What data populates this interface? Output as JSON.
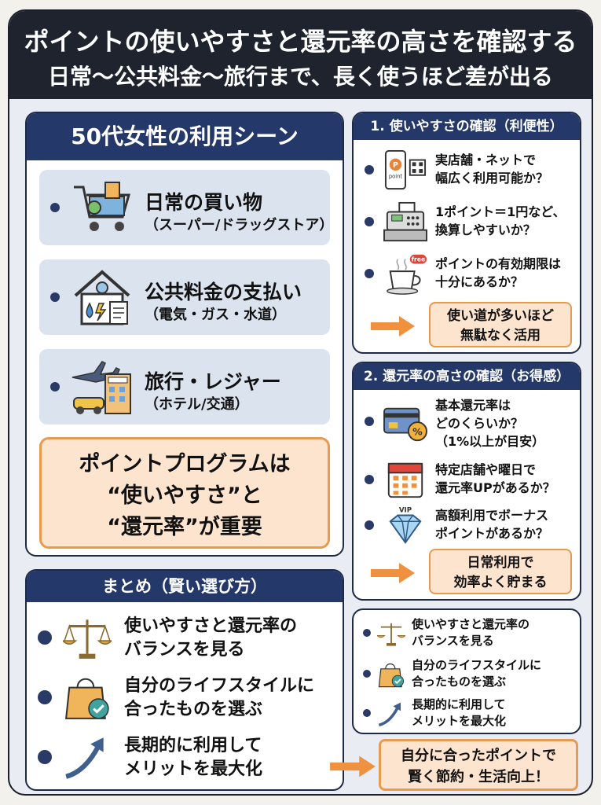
{
  "header": {
    "title": "ポイントの使いやすさと還元率の高さを確認する",
    "subtitle": "日常～公共料金～旅行まで、長く使うほど差が出る"
  },
  "scenes_panel": {
    "title": "50代女性の利用シーン",
    "scenes": [
      {
        "line1": "日常の買い物",
        "line2": "（スーパー/ドラッグストア）",
        "icon": "shopping-cart-icon"
      },
      {
        "line1": "公共料金の支払い",
        "line2": "（電気・ガス・水道）",
        "icon": "house-bill-icon"
      },
      {
        "line1": "旅行・レジャー",
        "line2": "（ホテル/交通）",
        "icon": "travel-hotel-icon"
      }
    ],
    "key_message": [
      "ポイントプログラムは",
      "“使いやすさ”と",
      "“還元率”が重要"
    ]
  },
  "convenience_panel": {
    "title": "1. 使いやすさの確認（利便性）",
    "items": [
      {
        "lines": [
          "実店舗・ネットで",
          "幅広く利用可能か？"
        ],
        "icon": "phone-point-qr-icon",
        "icon_text": "point"
      },
      {
        "lines": [
          "1ポイント＝1円など、",
          "換算しやすいか？"
        ],
        "icon": "cash-register-icon"
      },
      {
        "lines": [
          "ポイントの有効期限は",
          "十分にあるか？"
        ],
        "icon": "coffee-free-icon",
        "icon_text": "free"
      }
    ],
    "callout": [
      "使い道が多いほど",
      "無駄なく活用"
    ]
  },
  "reward_panel": {
    "title": "2. 還元率の高さの確認（お得感）",
    "items": [
      {
        "lines": [
          "基本還元率は",
          "どのくらいか？",
          "（1%以上が目安）"
        ],
        "icon": "credit-card-percent-icon"
      },
      {
        "lines": [
          "特定店舗や曜日で",
          "還元率UPがあるか？"
        ],
        "icon": "calendar-icon"
      },
      {
        "lines": [
          "高額利用でボーナス",
          "ポイントがあるか？"
        ],
        "icon": "vip-diamond-icon",
        "icon_text": "VIP"
      }
    ],
    "callout": [
      "日常利用で",
      "効率よく貯まる"
    ]
  },
  "summary_panel": {
    "title": "まとめ（賢い選び方）",
    "items": [
      {
        "lines": [
          "使いやすさと還元率の",
          "バランスを見る"
        ],
        "icon": "balance-scale-icon"
      },
      {
        "lines": [
          "自分のライフスタイルに",
          "合ったものを選ぶ"
        ],
        "icon": "shopping-bag-check-icon"
      },
      {
        "lines": [
          "長期的に利用して",
          "メリットを最大化"
        ],
        "icon": "growth-arrow-icon"
      }
    ]
  },
  "mini_summary": {
    "items": [
      {
        "lines": [
          "使いやすさと還元率の",
          "バランスを見る"
        ],
        "icon": "balance-scale-icon"
      },
      {
        "lines": [
          "自分のライフスタイルに",
          "合ったものを選ぶ"
        ],
        "icon": "shopping-bag-check-icon"
      },
      {
        "lines": [
          "長期的に利用して",
          "メリットを最大化"
        ],
        "icon": "growth-arrow-icon"
      }
    ]
  },
  "final_callout": [
    "自分に合ったポイントで",
    "賢く節約・生活向上！"
  ],
  "colors": {
    "navy": "#24386a",
    "accent_orange": "#e89a4f",
    "callout_fill": "#fde4cf",
    "scene_fill": "#dbe3ef",
    "banner": "#1f232e"
  }
}
